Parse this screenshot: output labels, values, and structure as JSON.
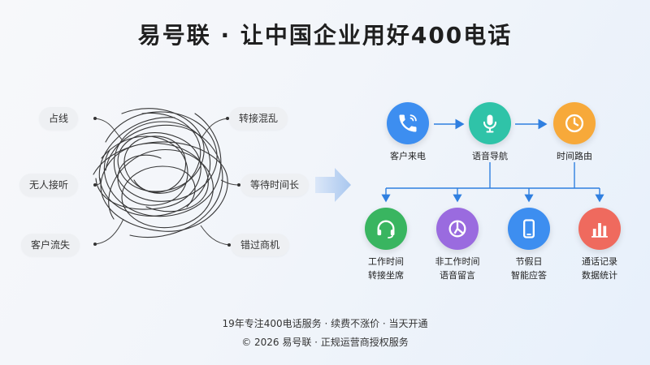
{
  "title": "易号联 · 让中国企业用好400电话",
  "problems": {
    "left": [
      "占线",
      "无人接听",
      "客户流失"
    ],
    "right": [
      "转接混乱",
      "等待时间长",
      "错过商机"
    ]
  },
  "flow": {
    "top": [
      {
        "label": "客户来电",
        "icon": "phone-icon",
        "color": "#3d8ef0"
      },
      {
        "label": "语音导航",
        "icon": "microphone-icon",
        "color": "#2fc3a8"
      },
      {
        "label": "时间路由",
        "icon": "clock-icon",
        "color": "#f7a93a"
      }
    ],
    "bottom": [
      {
        "line1": "工作时间",
        "line2": "转接坐席",
        "icon": "headset-icon",
        "color": "#39b560"
      },
      {
        "line1": "非工作时间",
        "line2": "语音留言",
        "icon": "voicemail-icon",
        "color": "#9a6bdf"
      },
      {
        "line1": "节假日",
        "line2": "智能应答",
        "icon": "mobile-phone-icon",
        "color": "#3d8ef0"
      },
      {
        "line1": "通话记录",
        "line2": "数据统计",
        "icon": "bar-chart-icon",
        "color": "#ef6a5e"
      }
    ]
  },
  "footer": {
    "line1": "19年专注400电话服务 · 续费不涨价 · 当天开通",
    "line2": "© 2026 易号联 · 正规运营商授权服务"
  }
}
